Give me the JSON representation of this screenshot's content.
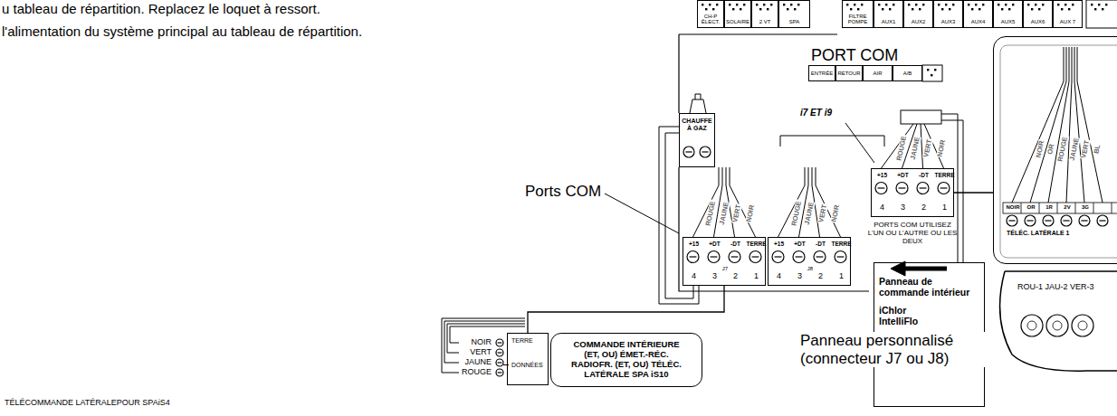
{
  "diagram": {
    "nodes": [
      {
        "text": [
          "CH-P ÉLECT."
        ]
      },
      {
        "text": [
          "SOLAIRE"
        ]
      },
      {
        "text": [
          "2 VT"
        ]
      },
      {
        "text": [
          "SPA"
        ]
      },
      {
        "text": [
          "FILTRE POMPE"
        ]
      },
      {
        "text": [
          "AUX1"
        ]
      },
      {
        "text": [
          "AUX2"
        ]
      },
      {
        "text": [
          "AUX3"
        ]
      },
      {
        "text": [
          "AUX4"
        ]
      },
      {
        "text": [
          "AUX5"
        ]
      },
      {
        "text": [
          "AUX6"
        ]
      },
      {
        "text": [
          "AUX 7"
        ]
      },
      {
        "text": [
          "ENTRÉE"
        ]
      },
      {
        "text": [
          "RETOUR"
        ]
      },
      {
        "text": [
          "AIR"
        ]
      },
      {
        "text": [
          "A/B"
        ]
      },
      {
        "text": [
          "CHAUFFE À GAZ"
        ]
      },
      {
        "text": [
          "+15",
          "+DT",
          "-DT",
          "TERRE",
          "J7",
          "4",
          "3",
          "2",
          "1"
        ]
      },
      {
        "text": [
          "+15",
          "+DT",
          "-DT",
          "TERRE",
          "J8",
          "4",
          "3",
          "2",
          "1"
        ]
      },
      {
        "text": [
          "+15",
          "+DT",
          "-DT",
          "TERRE",
          "4",
          "3",
          "2",
          "1"
        ]
      },
      {
        "text": [
          "Panneau de commande intérieur",
          "iChlor",
          "IntelliFlo"
        ]
      },
      {
        "text": [
          "TERRE",
          "DONNÉES"
        ]
      },
      {
        "text": [
          "COMMANDE INTÉRIEURE (ET, OU) ÉMET.-RÉC. RADIOFR. (ET, OU) TÉLÉC. LATÉRALE SPA iS10"
        ]
      },
      {
        "text": [
          "NOIR",
          "OR",
          "1R",
          "2V",
          "3G",
          "TÉLÉC. LATÉRALE 1"
        ]
      }
    ],
    "edges": [
      {
        "from": 17,
        "to": 21,
        "arrow": "none"
      },
      {
        "from": 19,
        "to": 23,
        "arrow": "none"
      }
    ],
    "labels": [
      "u tableau de répartition. Replacez le loquet à ressort.",
      "l'alimentation du système principal au tableau de répartition.",
      "PORT COM",
      "i7 ET i9",
      "Ports COM",
      "ROUGE",
      "JAUNE",
      "VERT",
      "NOIR",
      "ROUGE",
      "JAUNE",
      "VERT",
      "NOIR",
      "ROUGE",
      "JAUNE",
      "VERT",
      "NOIR",
      "PORTS COM UTILISEZ L'UN OU L'AUTRE OU LES DEUX",
      "Panneau personnalisé (connecteur J7 ou J8)",
      "NOIR",
      "VERT",
      "JAUNE",
      "ROUGE",
      "NOIR",
      "OR",
      "ROUGE",
      "JAUNE",
      "VERT",
      "BL",
      "ROU-1 JAU-2 VER-3",
      "TÉLÉCOMMANDE LATÉRALEPOUR SPAiS4"
    ]
  }
}
